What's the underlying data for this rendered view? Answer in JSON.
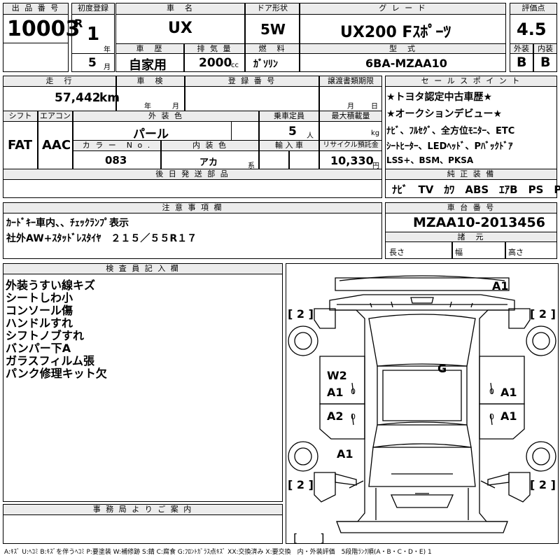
{
  "headers": {
    "lot_no": "出 品 番 号",
    "first_reg": "初度登録",
    "car_name": "車　名",
    "door": "ドア形状",
    "grade": "グ レ ー ド",
    "score": "評価点",
    "history": "車　歴",
    "displacement": "排 気 量",
    "fuel": "燃　料",
    "model_code": "型　式",
    "exterior": "外装",
    "interior": "内装",
    "mileage": "走　行",
    "inspection": "車　検",
    "plate": "登 録 番 号",
    "transfer": "譲渡書類期限",
    "sales_point": "セ ー ル ス ポ イ ン ト",
    "shift": "シフト",
    "aircon": "エアコン",
    "ext_color": "外 装 色",
    "capacity": "乗車定員",
    "max_load": "最大積載量",
    "color_no": "カ ラ ー　N o .",
    "int_color": "内 装 色",
    "import": "輸 入 車",
    "recycle": "リサイクル預託金",
    "later_parts": "後 日 発 送 部 品",
    "genuine": "純 正 装 備",
    "notes": "注 意 事 項 欄",
    "chassis_no": "車 台 番 号",
    "dimensions": "諸　元",
    "inspector": "検 査 員 記 入 欄",
    "office": "事 務 局 よ り ご 案 内"
  },
  "vehicle": {
    "lot_no": "10003",
    "era": "R",
    "reg_year": "1",
    "year_unit": "年",
    "reg_month": "5",
    "month_unit": "月",
    "car_name": "UX",
    "door": "5W",
    "grade": "UX200 Fｽﾎﾟｰﾂ",
    "score": "4.5",
    "history": "自家用",
    "displacement": "2000",
    "displacement_unit": "cc",
    "fuel": "ｶﾞｿﾘﾝ",
    "model_code": "6BA-MZAA10",
    "exterior_grade": "B",
    "interior_grade": "B",
    "mileage": "57,442",
    "mileage_unit": "km",
    "insp_year_unit": "年",
    "insp_month_unit": "月",
    "transfer_year_unit": "月",
    "transfer_day_unit": "日",
    "shift": "FAT",
    "aircon": "AAC",
    "ext_color": "パール",
    "capacity": "5",
    "capacity_unit": "人",
    "load_unit": "kg",
    "color_no": "083",
    "int_color": "アカ",
    "int_color_suffix": "系",
    "recycle": "10,330",
    "recycle_unit": "円",
    "chassis_no": "MZAA10-2013456",
    "len_label": "長さ",
    "width_label": "幅",
    "height_label": "高さ"
  },
  "sales_points": [
    "★トヨタ認定中古車歴★",
    "★オークションデビュー★",
    "ﾅﾋﾞ、ﾌﾙｾｸﾞ、全方位ﾓﾆﾀｰ、ETC",
    "ｼｰﾄﾋｰﾀｰ、LEDﾍｯﾄﾞ、Pﾊﾞｯｸﾄﾞｱ",
    "LSS+、BSM、PKSA"
  ],
  "genuine_equipment": "ﾅﾋﾞ　TV　ｶﾜ　ABS　ｴｱB　PS　PW",
  "notes": [
    "ｶｰﾄﾞｷｰ車内、、ﾁｪｯｸﾗﾝﾌﾟ表示",
    "社外AW+ｽﾀｯﾄﾞﾚｽﾀｲﾔ　２１５／５５R１７"
  ],
  "inspector_notes": [
    "外装うすい線キズ",
    "シートしわ小",
    "コンソール傷",
    "ハンドルすれ",
    "シフトノブすれ",
    "バンパー下A",
    "ガラスフィルム張",
    "パンク修理キット欠"
  ],
  "diagram_marks": {
    "front_bumper": "A1",
    "windshield": "G",
    "left_front_door": "W2",
    "left_front_door_2": "A1",
    "left_rear_door": "A2",
    "left_rear": "A1",
    "right_front_door": "A1",
    "right_rear_door": "A1",
    "tire_fl": "[ 2 ]",
    "tire_fr": "[ 2 ]",
    "tire_rl": "[ 2 ]",
    "tire_rr": "[ 2 ]",
    "spare": "[　　]",
    "zero_marks": "0"
  },
  "legend": "A:ｷｽﾞ U:ﾍｺﾐ B:ｷｽﾞを伴うﾍｺﾐ P:要塗装 W:補修跡 S:錆 C:腐食 G:ﾌﾛﾝﾄｶﾞﾗｽ点ｷｽﾞ XX:交換済み X:要交換　内・外装評価　5段階ﾗﾝｸ順(A・B・C・D・E) 1"
}
